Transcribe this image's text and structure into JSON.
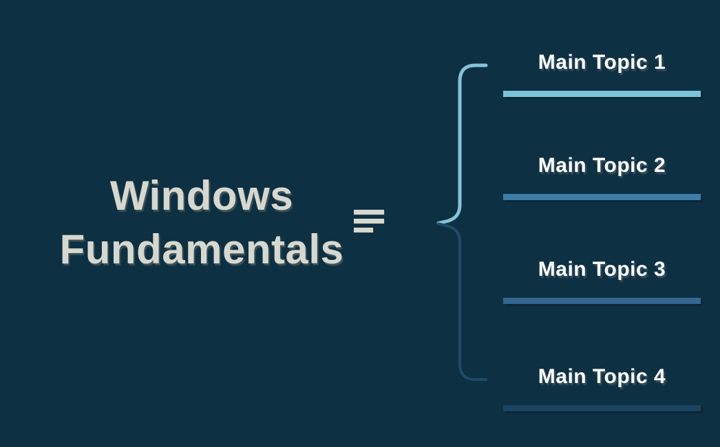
{
  "app": {
    "type": "mind-map-canvas",
    "background": "#0e3043"
  },
  "central_topic": {
    "title": "Windows Fundamentals",
    "text_color": "#d6d8d0",
    "notes_icon": "three-lines-icon"
  },
  "branch": {
    "upper_color": "#85c3d9",
    "lower_color": "#1e4c68"
  },
  "main_topics": [
    {
      "label": "Main Topic 1",
      "underline_color": "#7cc3da"
    },
    {
      "label": "Main Topic 2",
      "underline_color": "#3e7da7"
    },
    {
      "label": "Main Topic 3",
      "underline_color": "#346690"
    },
    {
      "label": "Main Topic 4",
      "underline_color": "#1a445f"
    }
  ]
}
